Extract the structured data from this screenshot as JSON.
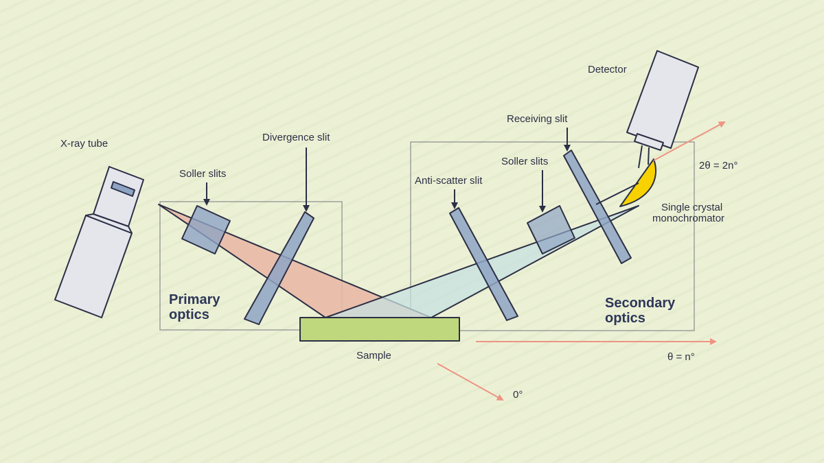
{
  "labels": {
    "xray_tube": "X-ray tube",
    "soller_slits_primary": "Soller slits",
    "divergence_slit": "Divergence slit",
    "primary_optics": [
      "Primary",
      "optics"
    ],
    "sample": "Sample",
    "zero_angle": "0°",
    "theta": "θ = n°",
    "anti_scatter_slit": "Anti-scatter slit",
    "soller_slits_secondary": "Soller slits",
    "receiving_slit": "Receiving slit",
    "detector": "Detector",
    "two_theta": "2θ = 2n°",
    "monochromator": [
      "Single crystal",
      "monochromator"
    ],
    "secondary_optics": [
      "Secondary",
      "optics"
    ]
  },
  "colors": {
    "background": "#ecf1d6",
    "incident_beam": "#e9b6a4",
    "diffracted_beam": "#c6e0df",
    "slit": "#8ea4c4",
    "sample": "#bfd87d",
    "monochromator": "#f7d200",
    "arrow": "#ee9482",
    "tube": "#e4e6ec",
    "outline": "#2c2f45"
  }
}
